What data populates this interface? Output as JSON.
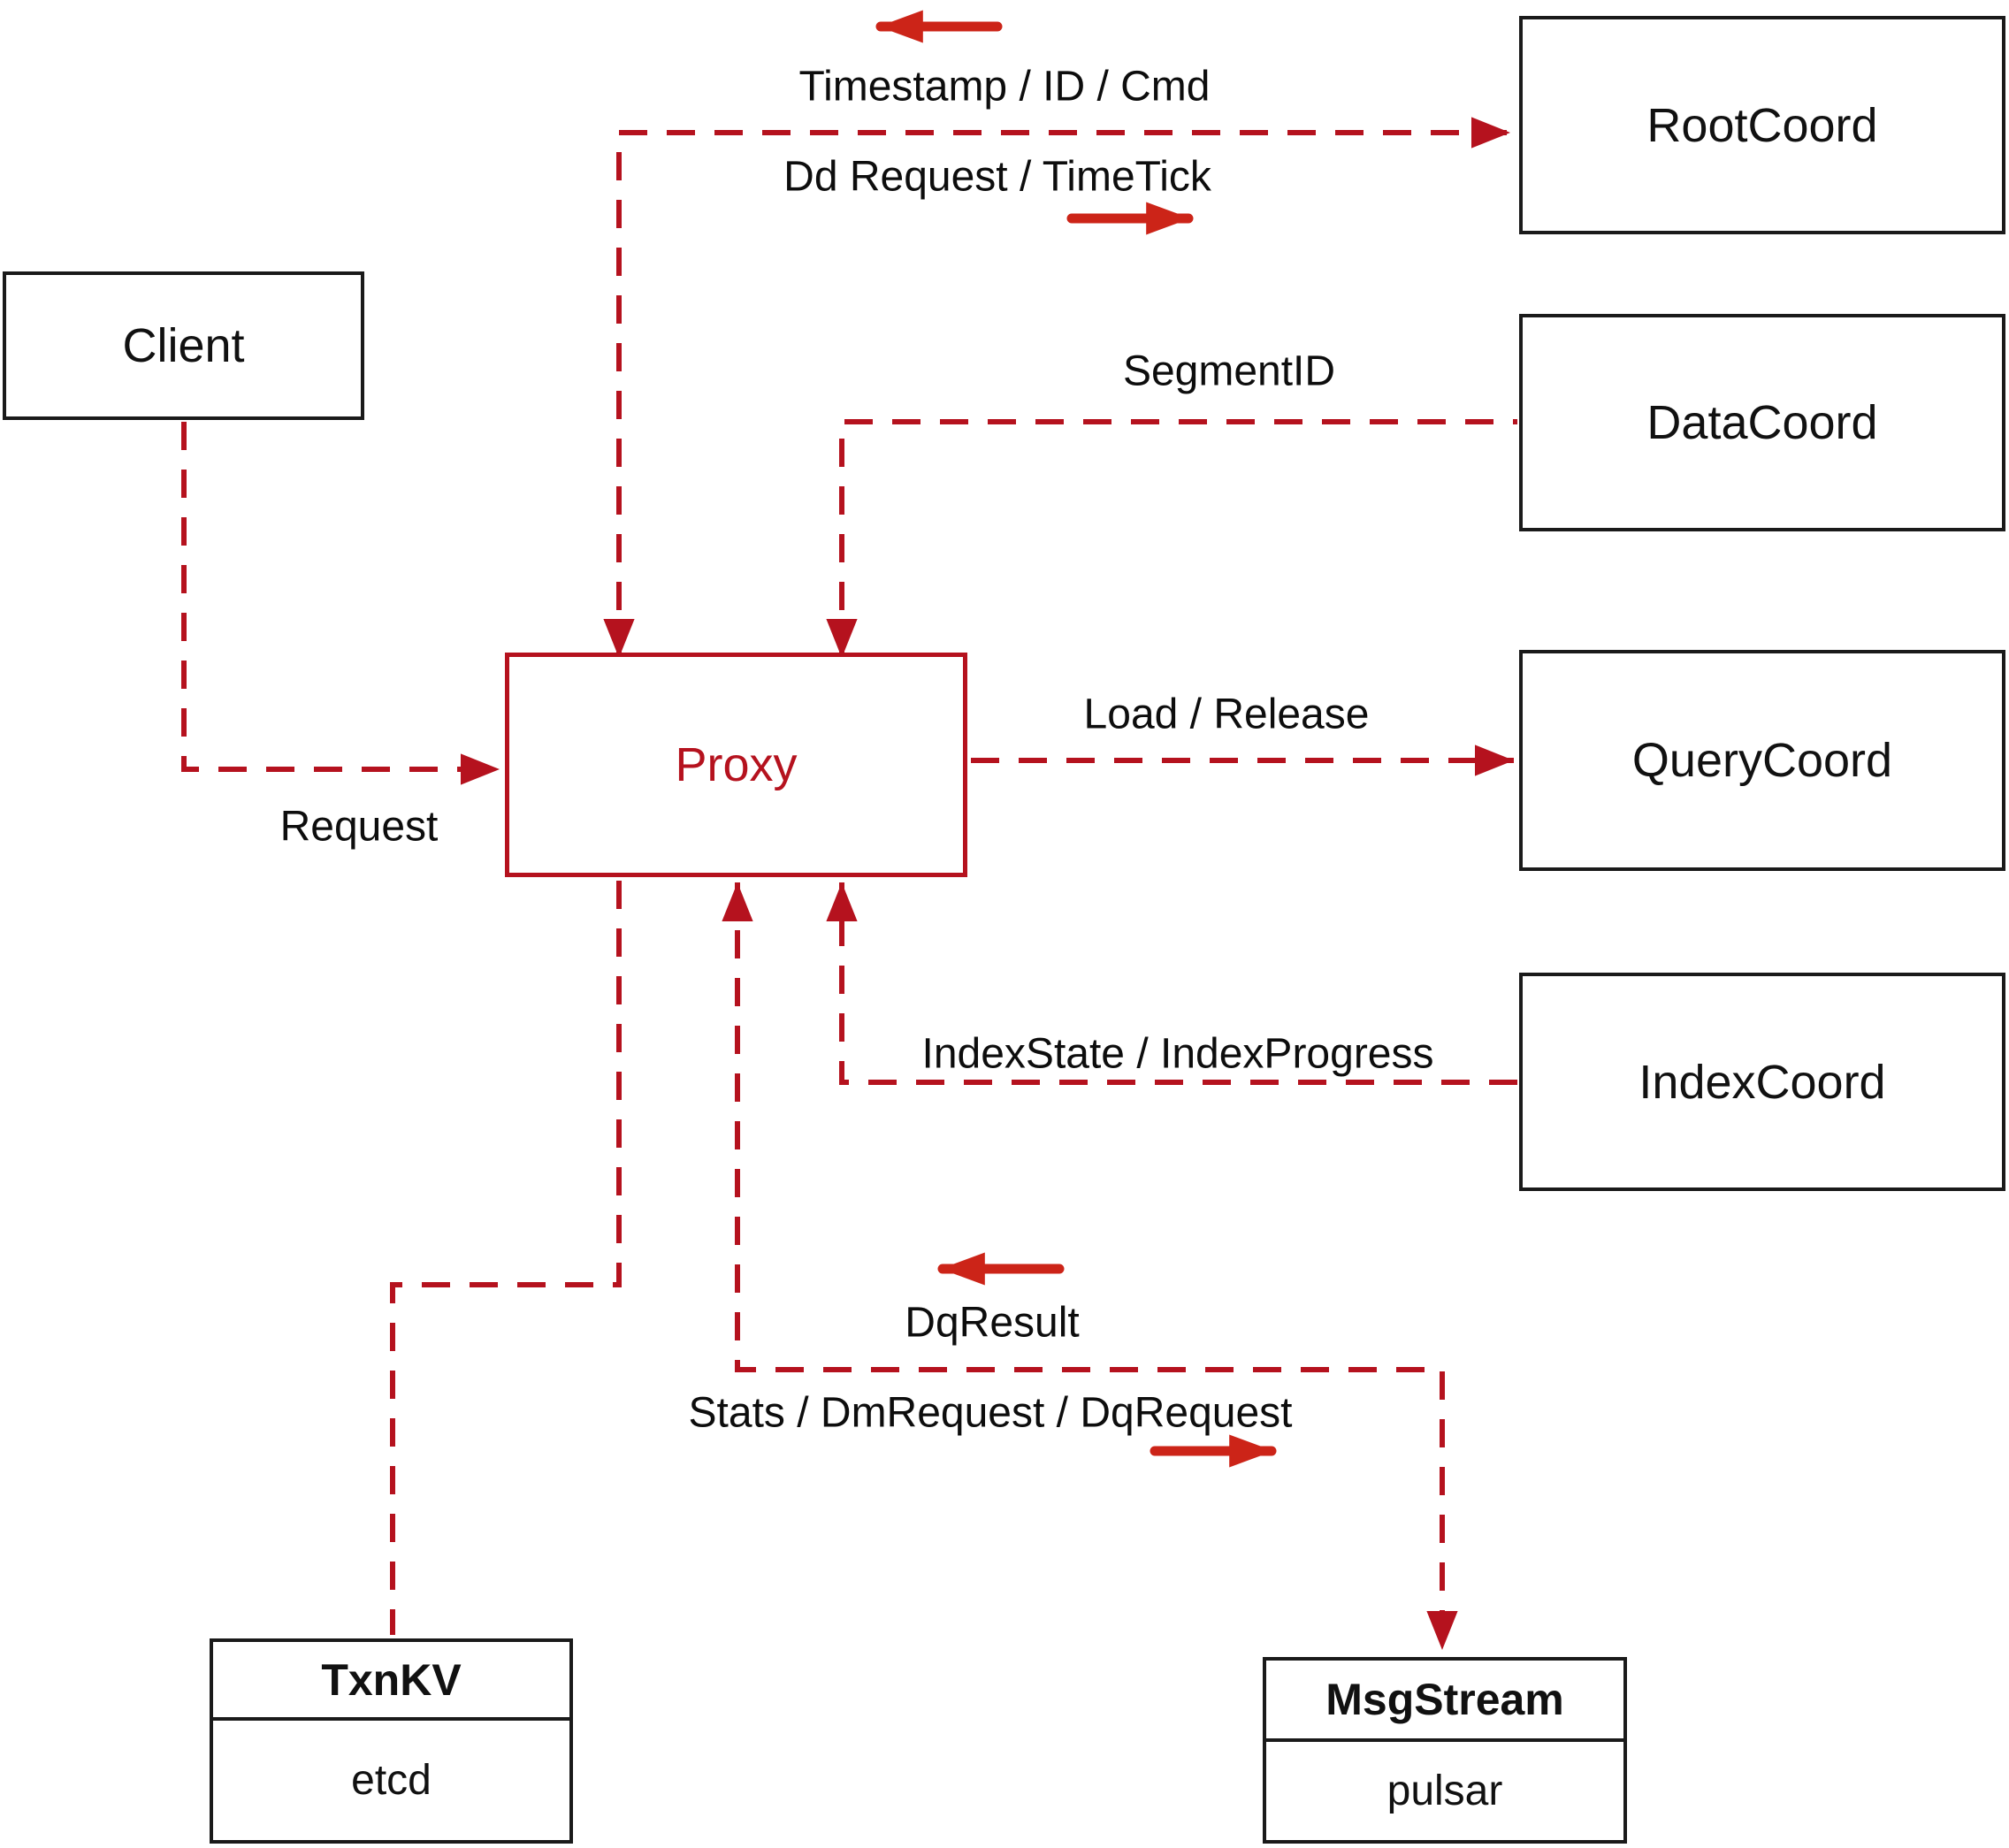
{
  "diagram": {
    "nodes": {
      "client": {
        "label": "Client"
      },
      "proxy": {
        "label": "Proxy"
      },
      "rootcoord": {
        "label": "RootCoord"
      },
      "datacoord": {
        "label": "DataCoord"
      },
      "querycoord": {
        "label": "QueryCoord"
      },
      "indexcoord": {
        "label": "IndexCoord"
      },
      "txnkv": {
        "title": "TxnKV",
        "sublabel": "etcd"
      },
      "msgstream": {
        "title": "MsgStream",
        "sublabel": "pulsar"
      }
    },
    "edge_labels": {
      "timestamp_id_cmd": "Timestamp / ID / Cmd",
      "dd_request_timetick": "Dd Request / TimeTick",
      "segment_id": "SegmentID",
      "request": "Request",
      "load_release": "Load / Release",
      "index_state_progress": "IndexState / IndexProgress",
      "dq_result": "DqResult",
      "stats_dm_dq": "Stats / DmRequest / DqRequest"
    },
    "colors": {
      "dashed_line": "#b5121e",
      "solid_arrow": "#cc2418",
      "box_border": "#1a1a1a",
      "text": "#0d0d0d"
    }
  }
}
